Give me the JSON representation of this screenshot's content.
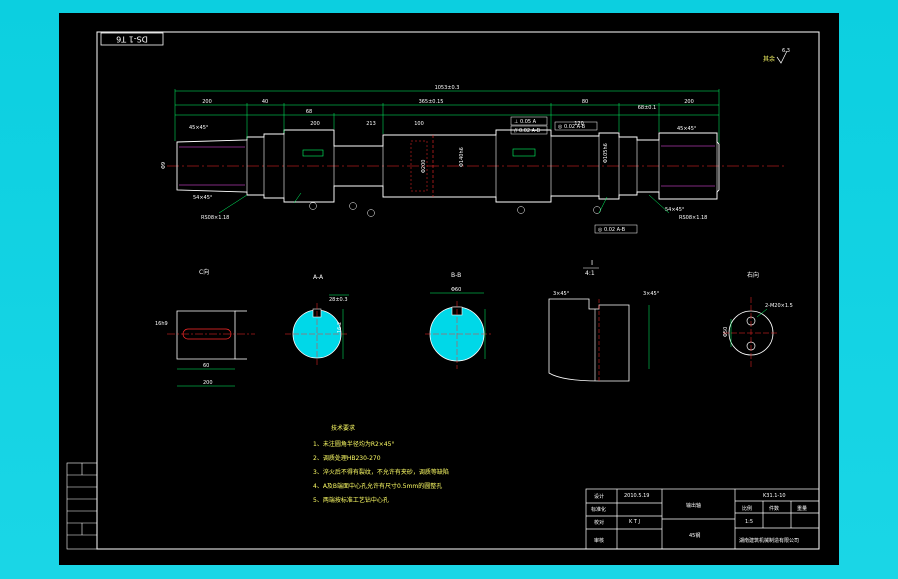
{
  "drawing_no": "DS-1 T6",
  "roughness_mark": "其余",
  "roughness_value": "6.3",
  "views": {
    "c": "C向",
    "aa": "A-A",
    "bb": "B-B",
    "detail_label": "I",
    "detail_scale": "4:1",
    "right": "右向"
  },
  "tech_req": {
    "title": "技术要求",
    "items": [
      "1、未注圆角半径均为R2×45°",
      "2、调质处理HB230-270",
      "3、淬火后不得有裂纹，不允许有夹砂，调质等缺陷",
      "4、A及B端面中心孔允许有尺寸0.5mm的圆整孔",
      "5、两端按标准工艺钻中心孔"
    ]
  },
  "title_block": {
    "rows": [
      "设计",
      "标准化",
      "校对",
      "审核"
    ],
    "date": "2010.5.19",
    "signature": "K T J",
    "part_name": "输出轴",
    "material": "45钢",
    "code": "K31.1-10",
    "headers": [
      "比例",
      "件数",
      "重量"
    ],
    "scale": "1:5",
    "company": "湖南建筑机械制造有限公司"
  },
  "left_table": {
    "rows": [
      "",
      "",
      "",
      "",
      "",
      "",
      ""
    ]
  },
  "colors": {
    "outline": "#ffffff",
    "dimension": "#00ff66",
    "centerline": "#ff2a2a",
    "hatch": "#00d8e8",
    "note": "#ffff66",
    "frame_bg": "#1ad6e6"
  }
}
